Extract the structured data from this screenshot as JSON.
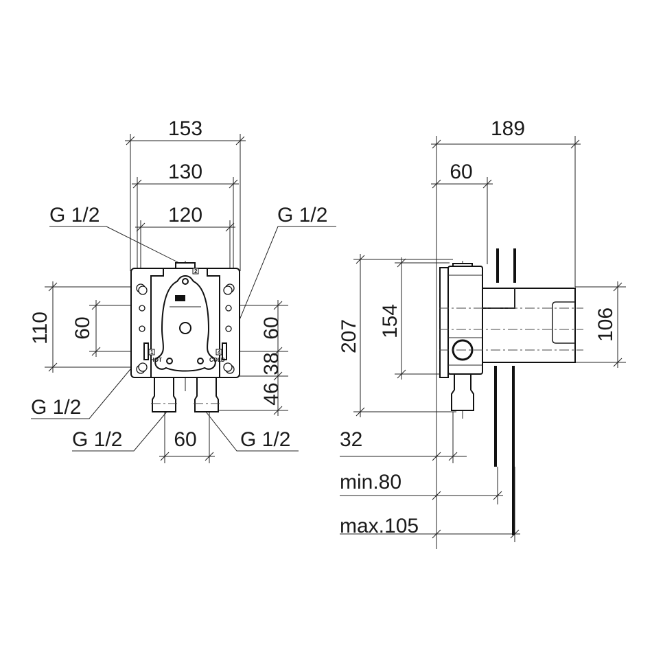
{
  "front_view": {
    "dims": {
      "w153": "153",
      "w130": "130",
      "w120": "120",
      "h110": "110",
      "h60_left": "60",
      "h60_right": "60",
      "h38": "38",
      "h46": "46",
      "w60_bottom": "60"
    },
    "threads": {
      "top_left": "G 1/2",
      "top_right": "G 1/2",
      "left": "G 1/2",
      "bottom_left": "G 1/2",
      "bottom_right": "G 1/2"
    },
    "labels": {
      "top_port": "2",
      "hot_port": "1",
      "cold_port": "4",
      "hot": "HOT",
      "cold": "COLD"
    }
  },
  "side_view": {
    "dims": {
      "w189": "189",
      "w60": "60",
      "h207": "207",
      "h154": "154",
      "h106": "106",
      "d32": "32",
      "min": "min.80",
      "max": "max.105"
    }
  }
}
